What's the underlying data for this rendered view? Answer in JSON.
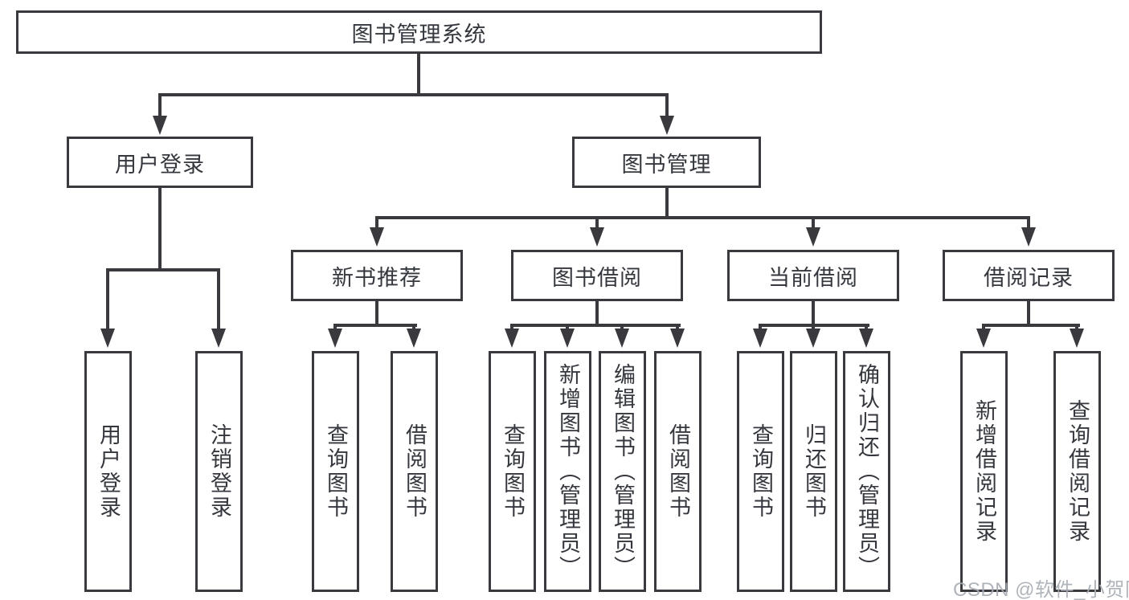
{
  "tree": {
    "root": {
      "label": "图书管理系统"
    },
    "branches": [
      {
        "label": "用户登录",
        "children": [
          {
            "label": "用户登录"
          },
          {
            "label": "注销登录"
          }
        ]
      },
      {
        "label": "图书管理",
        "children": [
          {
            "label": "新书推荐",
            "children": [
              {
                "label": "查询图书"
              },
              {
                "label": "借阅图书"
              }
            ]
          },
          {
            "label": "图书借阅",
            "children": [
              {
                "label": "查询图书"
              },
              {
                "label": "新增图书（管理员）"
              },
              {
                "label": "编辑图书（管理员）"
              },
              {
                "label": "借阅图书"
              }
            ]
          },
          {
            "label": "当前借阅",
            "children": [
              {
                "label": "查询图书"
              },
              {
                "label": "归还图书"
              },
              {
                "label": "确认归还（管理员）"
              }
            ]
          },
          {
            "label": "借阅记录",
            "children": [
              {
                "label": "新增借阅记录"
              },
              {
                "label": "查询借阅记录"
              }
            ]
          }
        ]
      }
    ]
  },
  "watermark": {
    "text": "CSDN @软件_小贺同学"
  },
  "colors": {
    "line": "#3a3a3e",
    "text": "#34373d",
    "box_fill": "#ffffff",
    "background": "#ffffff",
    "watermark": "#a7acb4"
  }
}
